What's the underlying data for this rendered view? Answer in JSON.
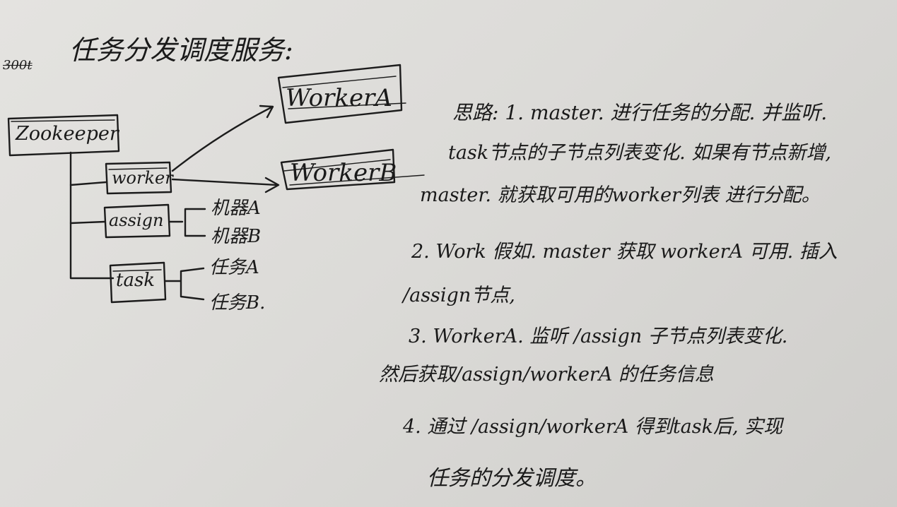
{
  "title": "任务分发调度服务:",
  "struck_text": "300t",
  "tree": {
    "root": "Zookeeper",
    "children": [
      {
        "label": "worker",
        "items": [
          "WorkerA",
          "WorkerB"
        ]
      },
      {
        "label": "assign",
        "items": [
          "机器A",
          "机器B"
        ]
      },
      {
        "label": "task",
        "items": [
          "任务A",
          "任务B."
        ]
      }
    ]
  },
  "notes": [
    "思路: 1. master. 进行任务的分配. 并监听.",
    "task节点的子节点列表变化. 如果有节点新增,",
    "master. 就获取可用的worker列表 进行分配。",
    "2. Work 假如. master 获取 workerA 可用. 插入",
    "/assign节点,",
    "3. WorkerA. 监听 /assign 子节点列表变化.",
    "然后获取/assign/workerA 的任务信息",
    "4. 通过 /assign/workerA 得到task后, 实现",
    "任务的分发调度。"
  ]
}
